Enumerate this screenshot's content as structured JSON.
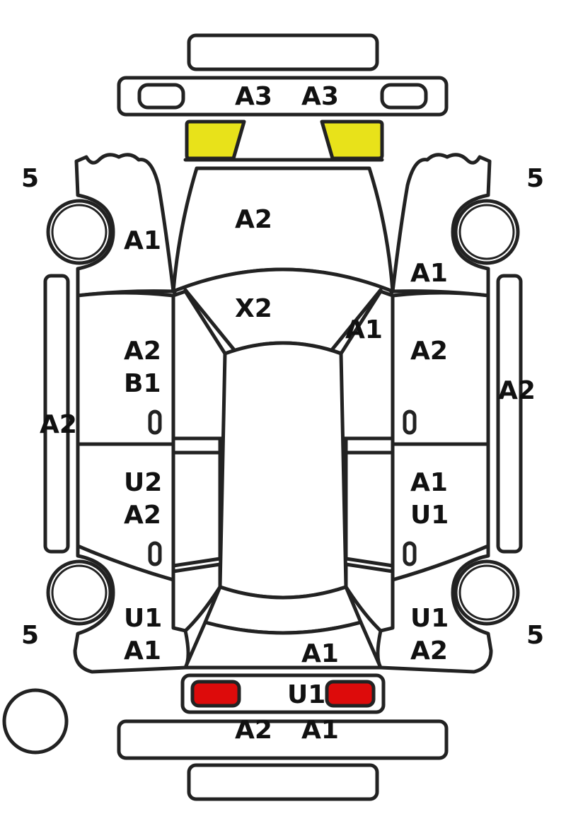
{
  "colors": {
    "outline": "#222222",
    "headlight_fill": "#e8e21a",
    "taillight_fill": "#dd0b0b",
    "background": "#ffffff"
  },
  "labels": {
    "front_bumper": [
      "A3",
      "A3"
    ],
    "hood": "A2",
    "windshield": "X2",
    "left_front_fender": "A1",
    "right_front_fender": "A1",
    "right_a_pillar": "A1",
    "left_front_door": [
      "A2",
      "B1"
    ],
    "right_front_door": "A2",
    "left_rocker": "A2",
    "right_rocker": "A2",
    "left_rear_door": [
      "U2",
      "A2"
    ],
    "right_rear_door": [
      "A1",
      "U1"
    ],
    "left_rear_quarter": [
      "U1",
      "A1"
    ],
    "right_rear_quarter": [
      "U1",
      "A2"
    ],
    "rear_deck": "A1",
    "tail_panel": "U1",
    "rear_bumper": [
      "A2",
      "A1"
    ],
    "tire_front_left": "5",
    "tire_front_right": "5",
    "tire_rear_left": "5",
    "tire_rear_right": "5"
  }
}
